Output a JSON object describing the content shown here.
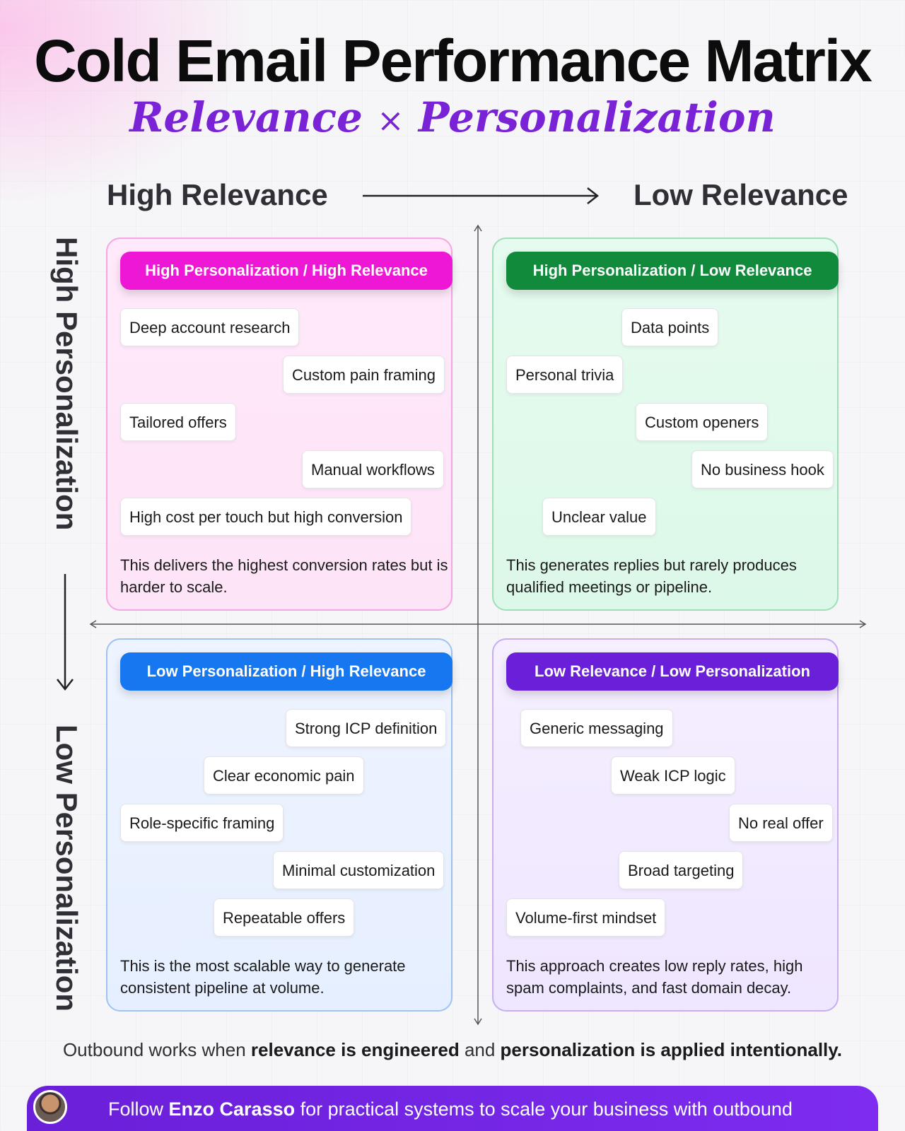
{
  "title": "Cold Email Performance Matrix",
  "subtitle": {
    "left": "Relevance",
    "times": "×",
    "right": "Personalization"
  },
  "axes": {
    "x_left": "High Relevance",
    "x_right": "Low Relevance",
    "y_top": "High Personalization",
    "y_bottom": "Low Personalization"
  },
  "quadrants": [
    {
      "header": "High Personalization / High Relevance",
      "color": "#ef17d6",
      "items": [
        "Deep account research",
        "Custom pain framing",
        "Tailored offers",
        "Manual workflows",
        "High cost per touch but high conversion"
      ],
      "description": "This delivers the highest conversion rates but is harder to scale."
    },
    {
      "header": "High Personalization / Low Relevance",
      "color": "#118a3c",
      "items": [
        "Data points",
        "Personal trivia",
        "Custom openers",
        "No business hook",
        "Unclear value"
      ],
      "description": "This generates replies but rarely produces qualified meetings or pipeline."
    },
    {
      "header": "Low Personalization / High Relevance",
      "color": "#1677f0",
      "items": [
        "Strong ICP definition",
        "Clear economic pain",
        "Role-specific framing",
        "Minimal customization",
        "Repeatable offers"
      ],
      "description": "This is the most scalable way to generate consistent pipeline at volume."
    },
    {
      "header": "Low Relevance / Low Personalization",
      "color": "#6a1fd8",
      "items": [
        "Generic messaging",
        "Weak ICP logic",
        "No real offer",
        "Broad targeting",
        "Volume-first mindset"
      ],
      "description": "This approach creates low reply rates, high spam complaints, and fast domain decay."
    }
  ],
  "footer_note": {
    "part1": "Outbound works when ",
    "bold1": "relevance is engineered",
    "part2": " and ",
    "bold2": "personalization is applied intentionally."
  },
  "banner": {
    "prefix": "Follow ",
    "name": "Enzo Carasso",
    "suffix": " for practical systems to scale your business with outbound"
  }
}
